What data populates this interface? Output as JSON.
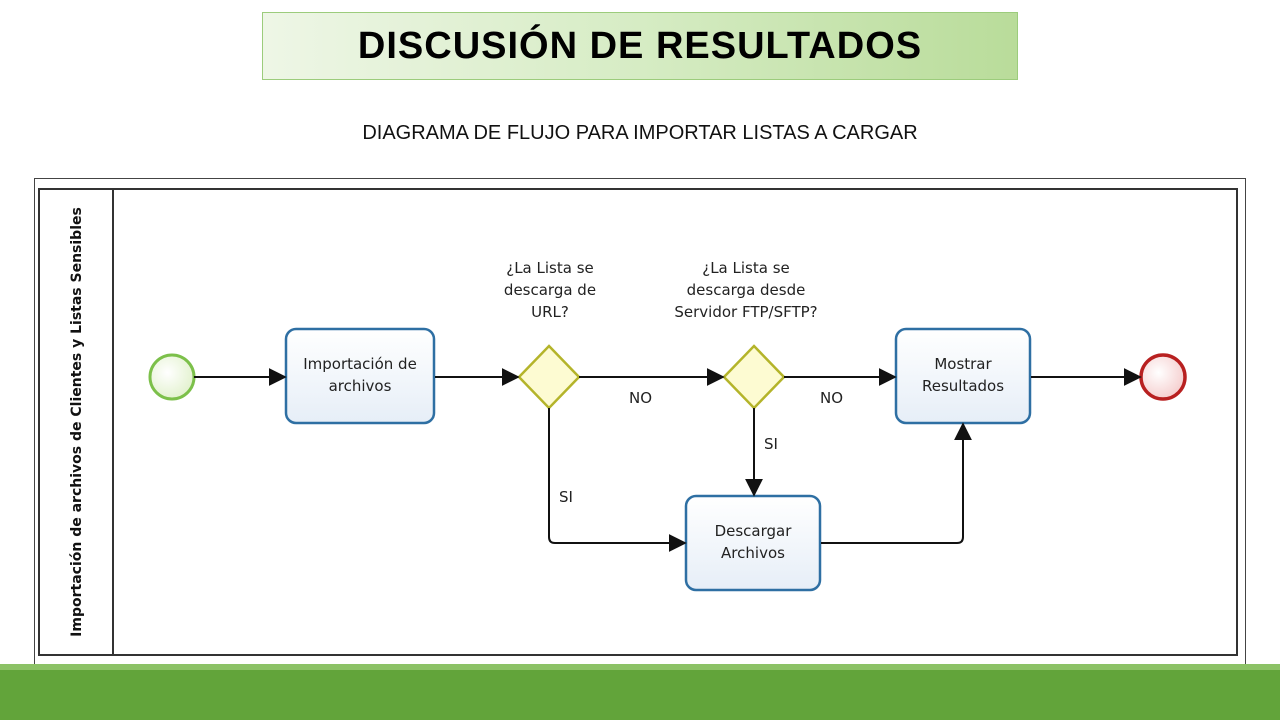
{
  "header": {
    "title": "DISCUSIÓN DE RESULTADOS",
    "subtitle": "DIAGRAMA DE FLUJO PARA IMPORTAR LISTAS A CARGAR"
  },
  "diagram": {
    "pool_label": "Importación de archivos de Clientes y Listas Sensibles",
    "task_import": [
      "Importación de",
      "archivos"
    ],
    "gateway_url_question": [
      "¿La Lista se",
      "descarga de",
      "URL?"
    ],
    "gateway_ftp_question": [
      "¿La Lista se",
      "descarga desde",
      "Servidor FTP/SFTP?"
    ],
    "task_show": [
      "Mostrar",
      "Resultados"
    ],
    "task_download": [
      "Descargar",
      "Archivos"
    ],
    "label_no_1": "NO",
    "label_no_2": "NO",
    "label_si_1": "SI",
    "label_si_2": "SI"
  },
  "colors": {
    "accent_green": "#62a43a",
    "task_border": "#2e6fa3",
    "gateway_fill": "#fdfbd2",
    "gateway_border": "#b4b42a",
    "start_border": "#7cc04a",
    "end_border": "#b82020"
  }
}
